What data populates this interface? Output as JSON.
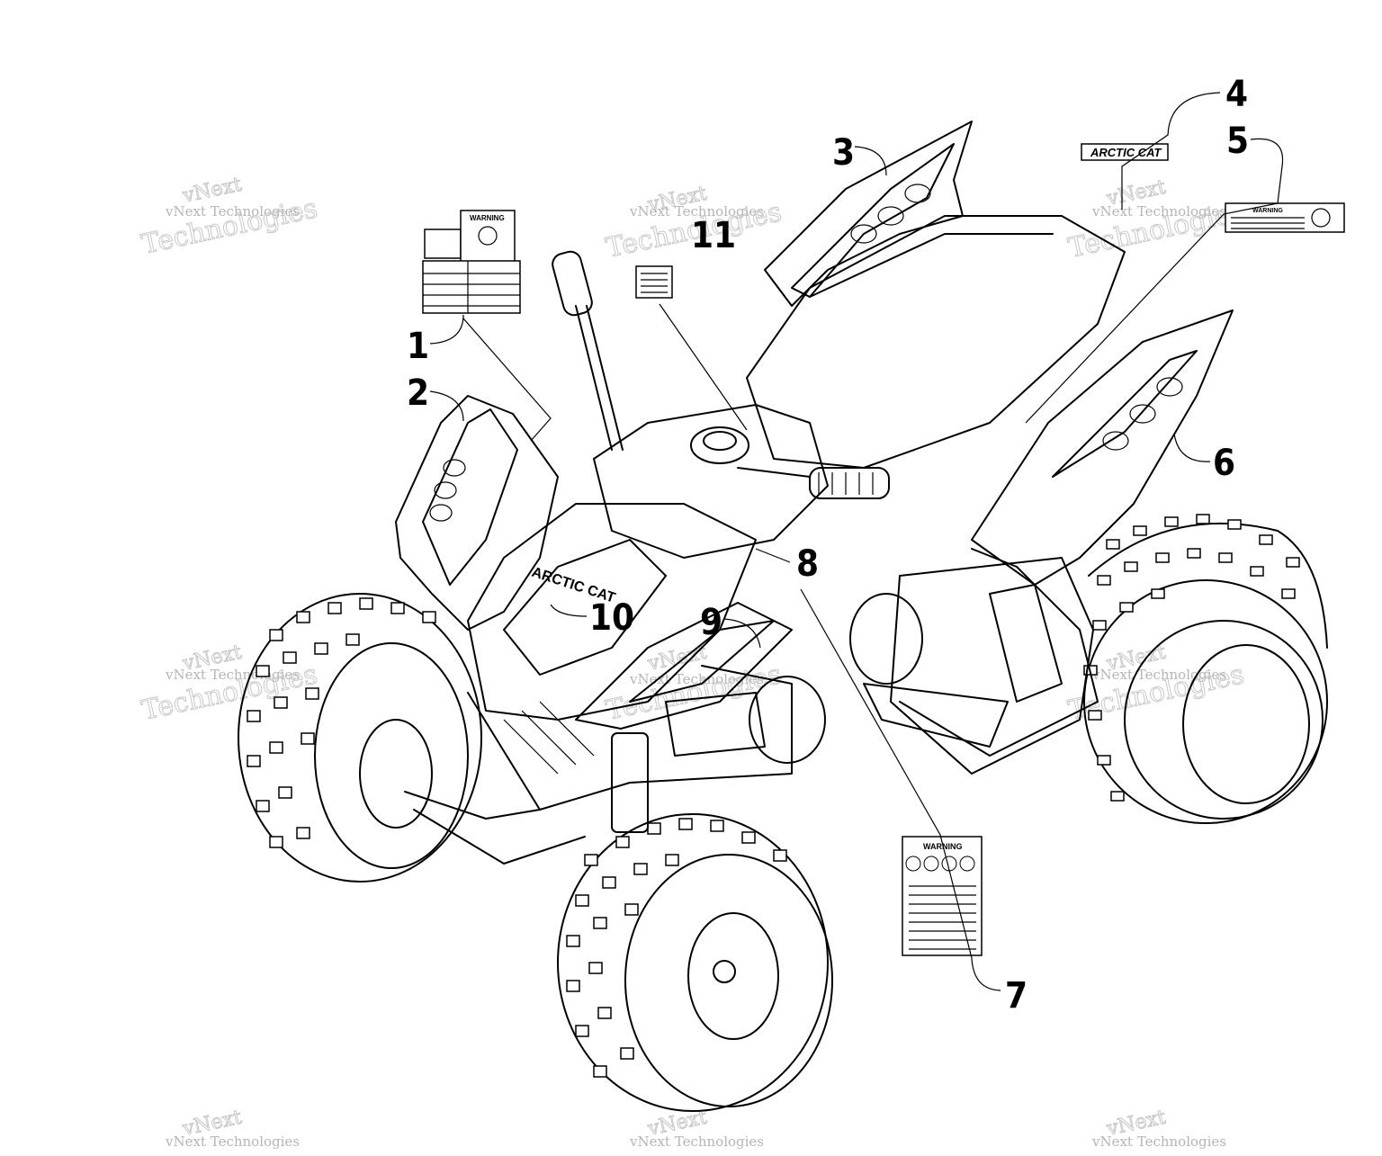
{
  "callouts": [
    "1",
    "2",
    "3",
    "4",
    "5",
    "6",
    "7",
    "8",
    "9",
    "10",
    "11"
  ],
  "decals": {
    "brand": "ARCTIC CAT",
    "warning": "WARNING"
  },
  "watermark": {
    "line1": "vNext Technologies",
    "big1": "vNext",
    "big2": "Technologies"
  }
}
